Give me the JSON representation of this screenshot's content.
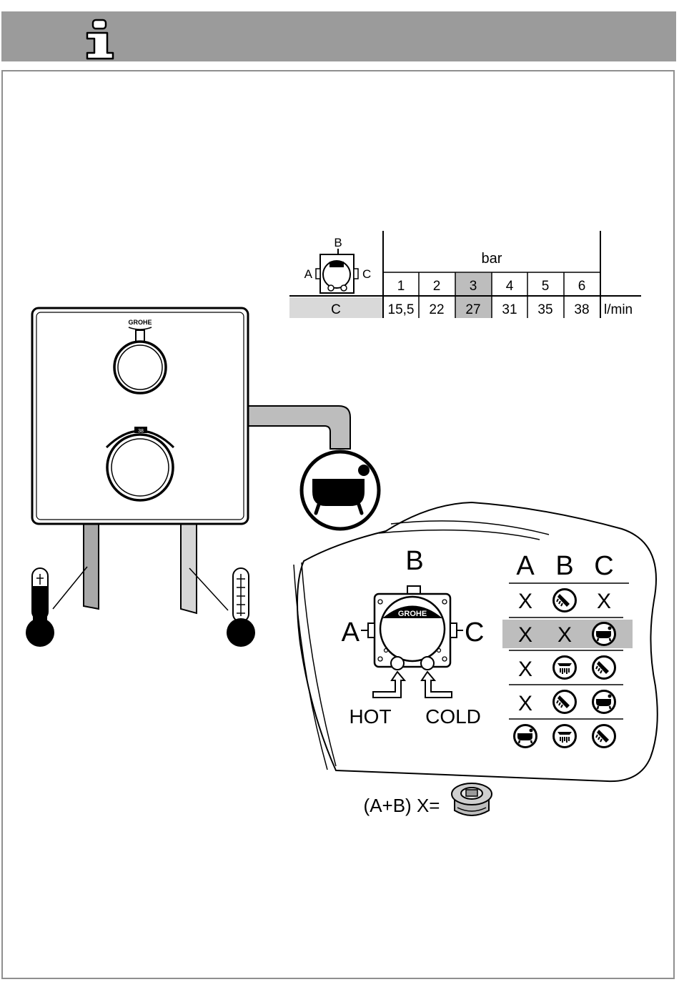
{
  "colors": {
    "header": "#9b9b9b",
    "frame": "#8f8f8f",
    "highlight": "#bdbdbd",
    "row_highlight": "#d9d9d9",
    "pipe": "#a8a8a8",
    "pipe_light": "#cfcfcf"
  },
  "header": {
    "info_icon": "info-i-icon"
  },
  "mixer": {
    "brand": "GROHE",
    "temp_label": "38"
  },
  "flow_table": {
    "port_labels": {
      "a": "A",
      "b": "B",
      "c": "C"
    },
    "unit_header": "bar",
    "pressures": [
      "1",
      "2",
      "3",
      "4",
      "5",
      "6"
    ],
    "highlight_index": 2,
    "row_label": "C",
    "flows": [
      "15,5",
      "22",
      "27",
      "31",
      "35",
      "38"
    ],
    "flow_unit": "l/min"
  },
  "detail": {
    "port_b": "B",
    "port_a": "A",
    "port_c": "C",
    "brand": "GROHE",
    "hot_label": "HOT",
    "cold_label": "COLD",
    "outlet_table": {
      "headers": [
        "A",
        "B",
        "C"
      ],
      "highlight_row": 1,
      "rows": [
        [
          "X",
          "hand-shower-icon",
          "X"
        ],
        [
          "X",
          "X",
          "bathtub-icon"
        ],
        [
          "X",
          "head-shower-icon",
          "hand-shower-icon"
        ],
        [
          "X",
          "hand-shower-icon",
          "bathtub-icon"
        ],
        [
          "bathtub-icon",
          "head-shower-icon",
          "hand-shower-icon"
        ]
      ]
    },
    "plug_note": "(A+B) X="
  }
}
